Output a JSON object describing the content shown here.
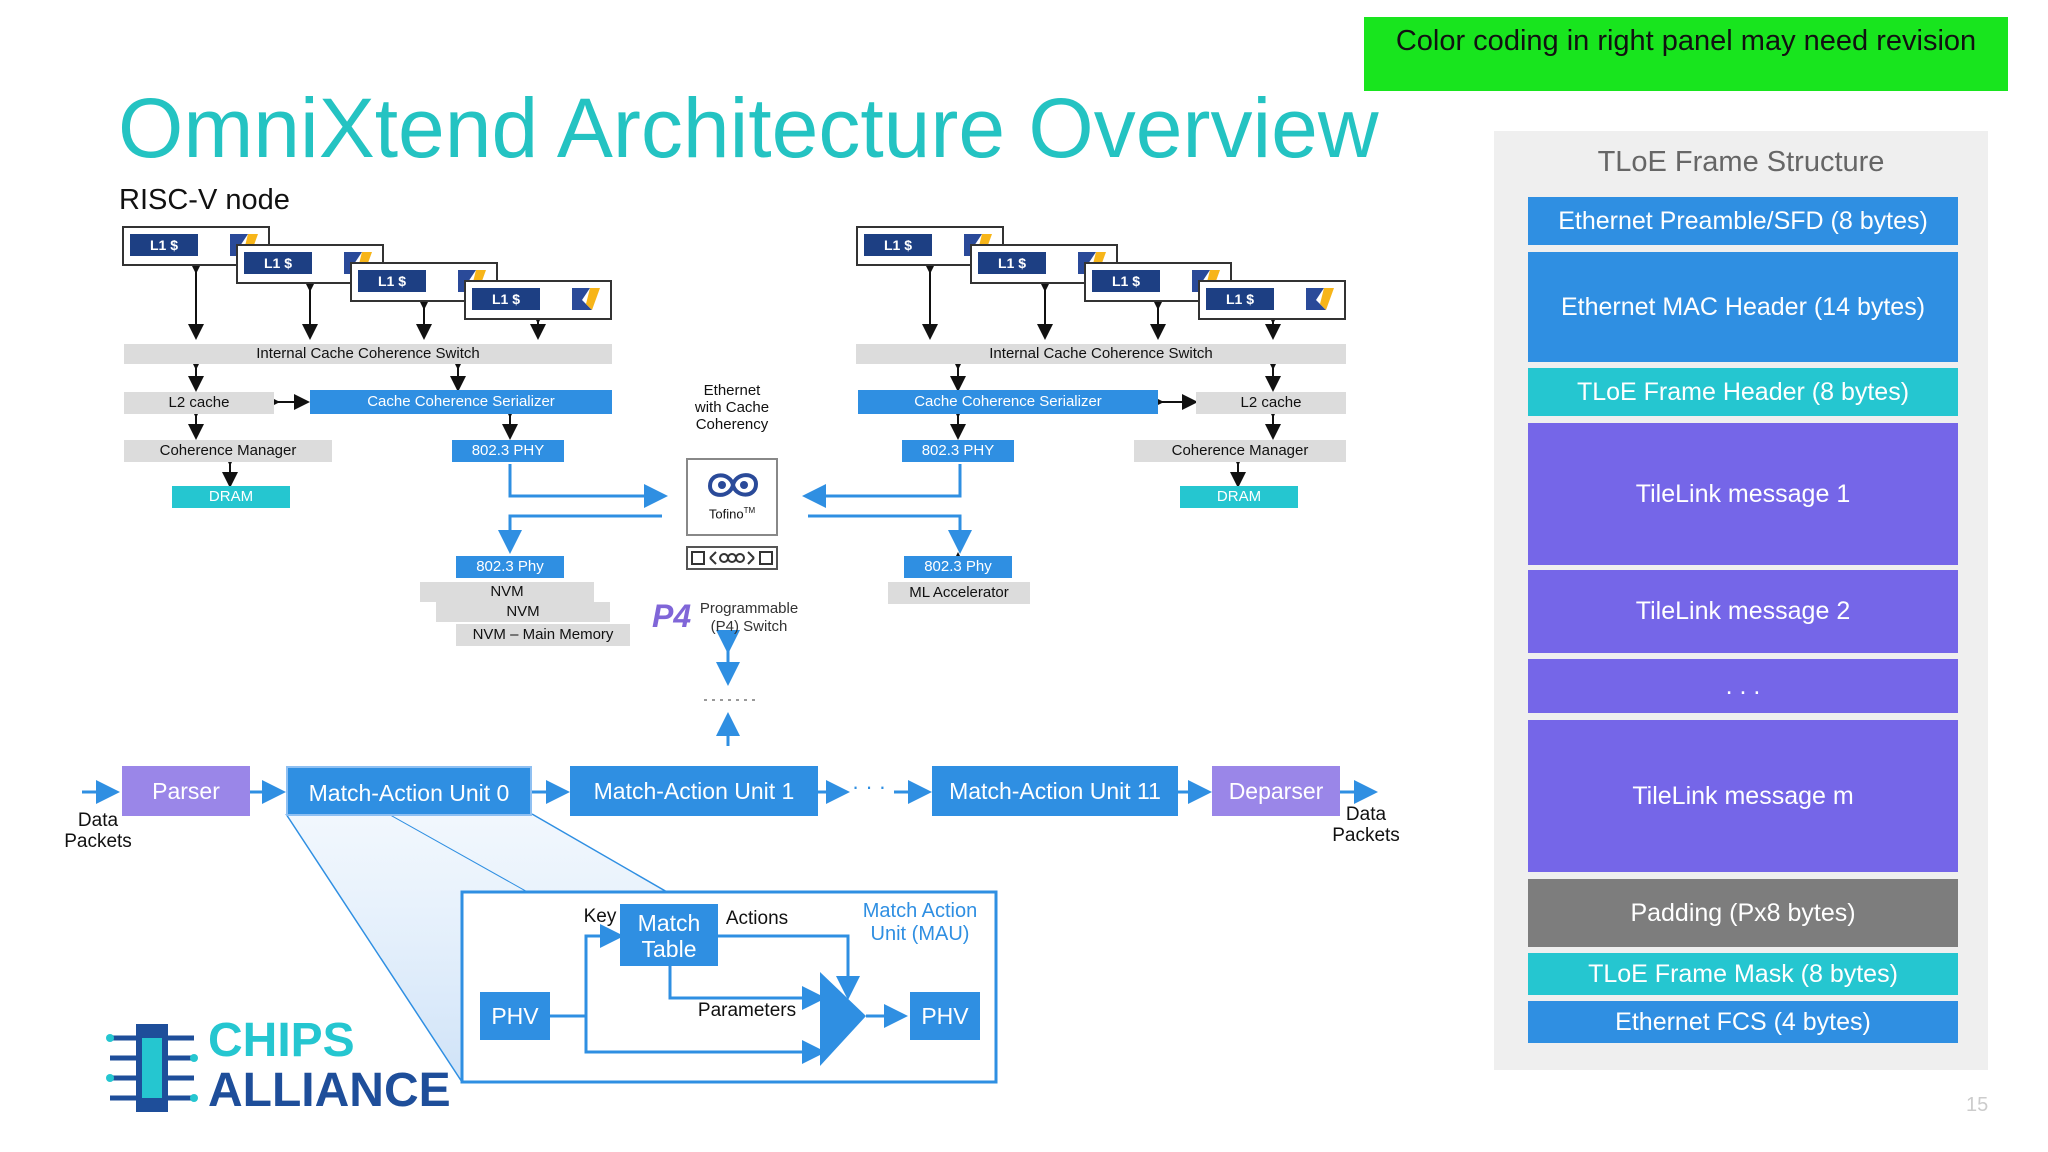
{
  "slide": {
    "title": "OmniXtend Architecture Overview",
    "warning": "Color coding in right panel may need revision",
    "page_number": "15"
  },
  "risc_node": {
    "title": "RISC-V node",
    "l1_label": "L1 $",
    "internal_switch": "Internal Cache Coherence Switch",
    "l2_cache": "L2 cache",
    "serializer": "Cache Coherence Serializer",
    "coherence_manager": "Coherence Manager",
    "phy": "802.3 PHY",
    "dram": "DRAM"
  },
  "center": {
    "ethernet_label_1": "Ethernet",
    "ethernet_label_2": "with Cache",
    "ethernet_label_3": "Coherency",
    "tofino": "Tofino",
    "tofino_tm": "TM",
    "p4_line_1": "Programmable",
    "p4_line_2": "(P4) Switch",
    "p4_logo": "P4"
  },
  "left_storage": {
    "phy": "802.3 Phy",
    "nvm1": "NVM",
    "nvm2": "NVM",
    "nvm3": "NVM – Main Memory"
  },
  "right_storage": {
    "phy": "802.3 Phy",
    "ml": "ML Accelerator"
  },
  "pipeline": {
    "parser": "Parser",
    "mau0": "Match-Action Unit 0",
    "mau1": "Match-Action Unit 1",
    "ellipsis": "· · ·",
    "mau11": "Match-Action Unit 11",
    "deparser": "Deparser",
    "data_in_1": "Data",
    "data_in_2": "Packets",
    "data_out_1": "Data",
    "data_out_2": "Packets"
  },
  "mau_detail": {
    "key": "Key",
    "match_table_1": "Match",
    "match_table_2": "Table",
    "actions": "Actions",
    "mau_label_1": "Match Action",
    "mau_label_2": "Unit (MAU)",
    "parameters": "Parameters",
    "phv_in": "PHV",
    "phv_out": "PHV"
  },
  "logo": {
    "line1": "CHIPS",
    "line2": "ALLIANCE"
  },
  "frame": {
    "title": "TLoE Frame Structure",
    "rows": [
      {
        "label": "Ethernet Preamble/SFD (8 bytes)",
        "color": "#2f8fe2"
      },
      {
        "label": "Ethernet MAC Header (14 bytes)",
        "color": "#2f8fe2"
      },
      {
        "label": "TLoE Frame Header (8 bytes)",
        "color": "#25c6d0"
      },
      {
        "label": "TileLink message 1",
        "color": "#7566e8"
      },
      {
        "label": "TileLink message 2",
        "color": "#7566e8"
      },
      {
        "label": ". . .",
        "color": "#7566e8"
      },
      {
        "label": "TileLink message m",
        "color": "#7566e8"
      },
      {
        "label": "Padding (Px8 bytes)",
        "color": "#7d7d7d"
      },
      {
        "label": "TLoE Frame Mask (8 bytes)",
        "color": "#25c6d0"
      },
      {
        "label": "Ethernet FCS (4 bytes)",
        "color": "#2f8fe2"
      }
    ]
  }
}
